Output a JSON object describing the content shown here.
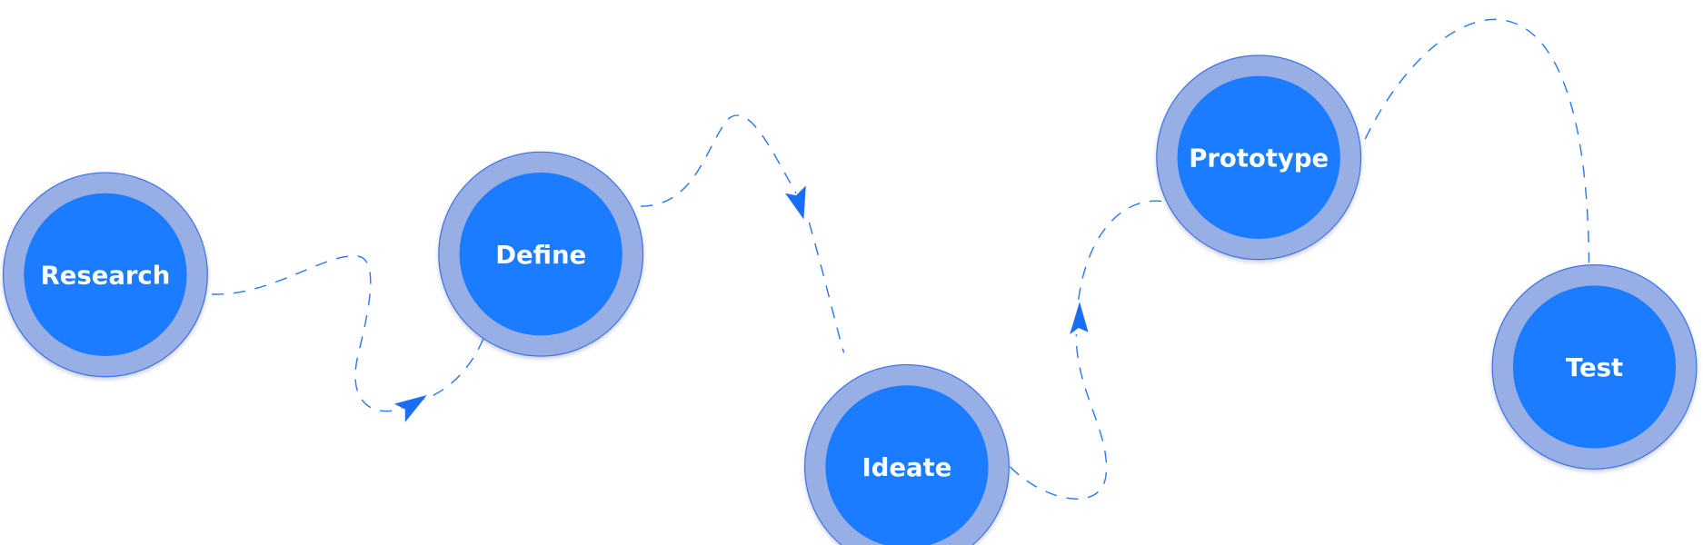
{
  "diagram": {
    "type": "process-flow",
    "accent_color": "#1a7bff",
    "ring_color": "#98afe6",
    "steps": [
      {
        "id": "research",
        "label": "Research"
      },
      {
        "id": "define",
        "label": "Define"
      },
      {
        "id": "ideate",
        "label": "Ideate"
      },
      {
        "id": "prototype",
        "label": "Prototype"
      },
      {
        "id": "test",
        "label": "Test"
      }
    ],
    "connections": [
      {
        "from": "research",
        "to": "define"
      },
      {
        "from": "define",
        "to": "ideate"
      },
      {
        "from": "ideate",
        "to": "prototype"
      },
      {
        "from": "prototype",
        "to": "test"
      }
    ]
  }
}
